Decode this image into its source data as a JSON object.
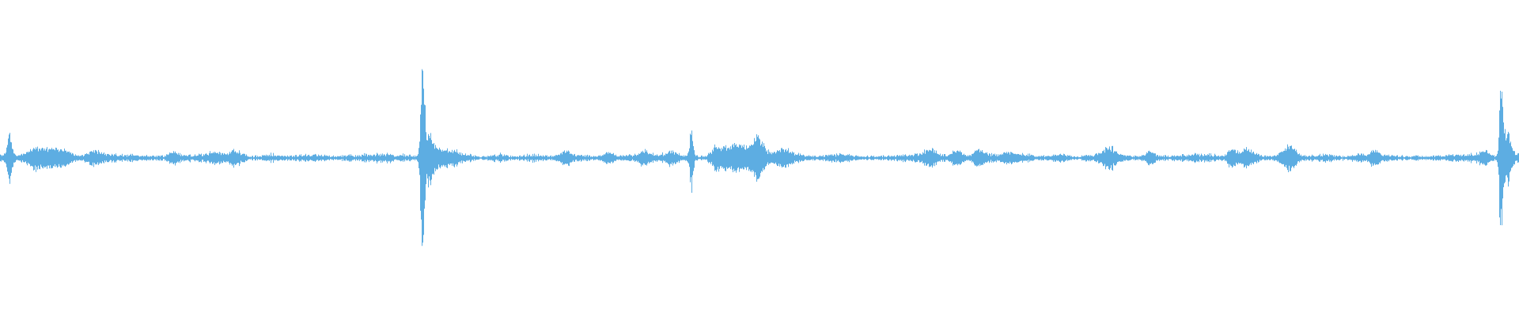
{
  "waveform": {
    "color": "#5dade2",
    "background": "#ffffff",
    "duration_fraction_markers": [
      0.0,
      1.0
    ],
    "bursts": [
      {
        "pos": 0.006,
        "amp": 0.16,
        "width": 0.002
      },
      {
        "pos": 0.024,
        "amp": 0.07,
        "width": 0.008
      },
      {
        "pos": 0.037,
        "amp": 0.05,
        "width": 0.006
      },
      {
        "pos": 0.044,
        "amp": 0.04,
        "width": 0.004
      },
      {
        "pos": 0.062,
        "amp": 0.035,
        "width": 0.006
      },
      {
        "pos": 0.114,
        "amp": 0.04,
        "width": 0.004
      },
      {
        "pos": 0.142,
        "amp": 0.035,
        "width": 0.006
      },
      {
        "pos": 0.154,
        "amp": 0.04,
        "width": 0.004
      },
      {
        "pos": 0.278,
        "amp": 0.75,
        "width": 0.0015
      },
      {
        "pos": 0.282,
        "amp": 0.22,
        "width": 0.004
      },
      {
        "pos": 0.291,
        "amp": 0.07,
        "width": 0.004
      },
      {
        "pos": 0.299,
        "amp": 0.04,
        "width": 0.004
      },
      {
        "pos": 0.372,
        "amp": 0.04,
        "width": 0.004
      },
      {
        "pos": 0.4,
        "amp": 0.035,
        "width": 0.004
      },
      {
        "pos": 0.424,
        "amp": 0.04,
        "width": 0.004
      },
      {
        "pos": 0.442,
        "amp": 0.035,
        "width": 0.004
      },
      {
        "pos": 0.455,
        "amp": 0.22,
        "width": 0.0015
      },
      {
        "pos": 0.471,
        "amp": 0.06,
        "width": 0.004
      },
      {
        "pos": 0.485,
        "amp": 0.1,
        "width": 0.01
      },
      {
        "pos": 0.499,
        "amp": 0.14,
        "width": 0.005
      },
      {
        "pos": 0.515,
        "amp": 0.07,
        "width": 0.006
      },
      {
        "pos": 0.612,
        "amp": 0.05,
        "width": 0.004
      },
      {
        "pos": 0.63,
        "amp": 0.05,
        "width": 0.004
      },
      {
        "pos": 0.644,
        "amp": 0.05,
        "width": 0.005
      },
      {
        "pos": 0.664,
        "amp": 0.04,
        "width": 0.005
      },
      {
        "pos": 0.73,
        "amp": 0.07,
        "width": 0.005
      },
      {
        "pos": 0.757,
        "amp": 0.04,
        "width": 0.004
      },
      {
        "pos": 0.811,
        "amp": 0.08,
        "width": 0.003
      },
      {
        "pos": 0.82,
        "amp": 0.05,
        "width": 0.005
      },
      {
        "pos": 0.849,
        "amp": 0.08,
        "width": 0.005
      },
      {
        "pos": 0.905,
        "amp": 0.04,
        "width": 0.004
      },
      {
        "pos": 0.977,
        "amp": 0.04,
        "width": 0.004
      },
      {
        "pos": 0.988,
        "amp": 0.6,
        "width": 0.0015
      },
      {
        "pos": 0.992,
        "amp": 0.2,
        "width": 0.003
      }
    ],
    "baseline_noise": 0.015,
    "density": 0.35
  }
}
